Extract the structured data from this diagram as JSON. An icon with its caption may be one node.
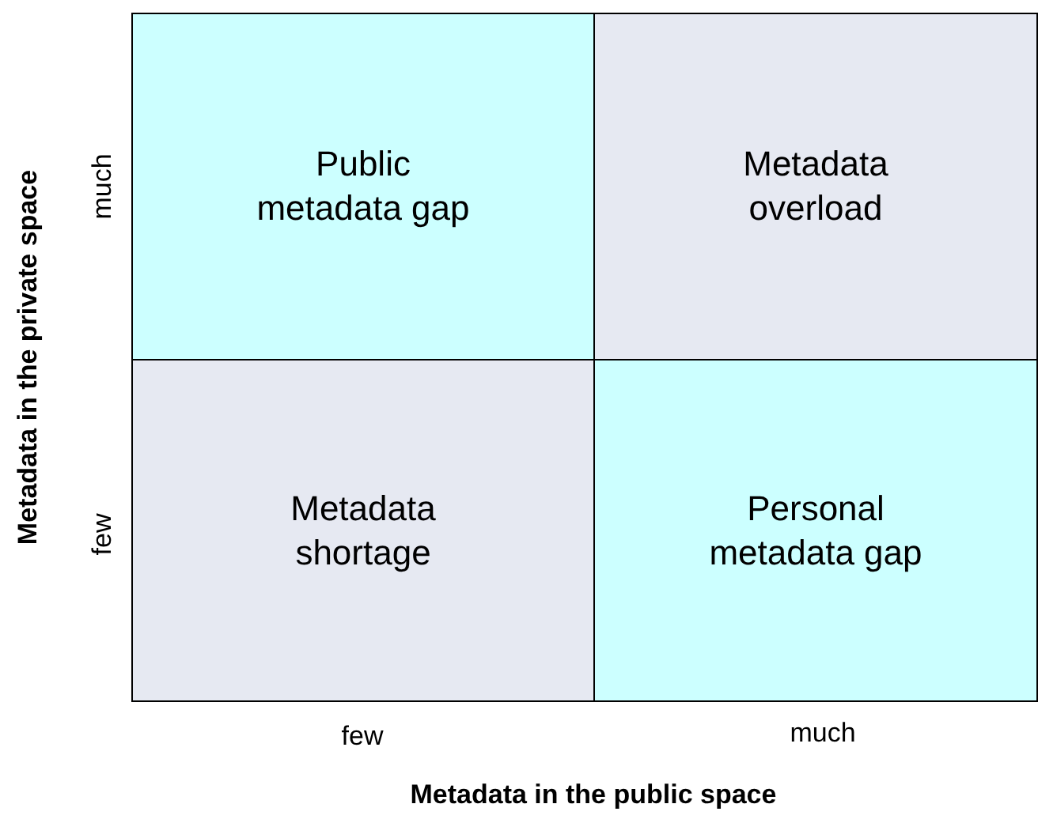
{
  "diagram": {
    "nodes": [
      {
        "text": [
          "Public metadata gap"
        ]
      },
      {
        "text": [
          "Metadata overload"
        ]
      },
      {
        "text": [
          "Metadata shortage"
        ]
      },
      {
        "text": [
          "Personal metadata gap"
        ]
      }
    ],
    "labels": [
      "much",
      "few",
      "few",
      "much",
      "Metadata in the public space",
      "Metadata in the private space"
    ]
  }
}
